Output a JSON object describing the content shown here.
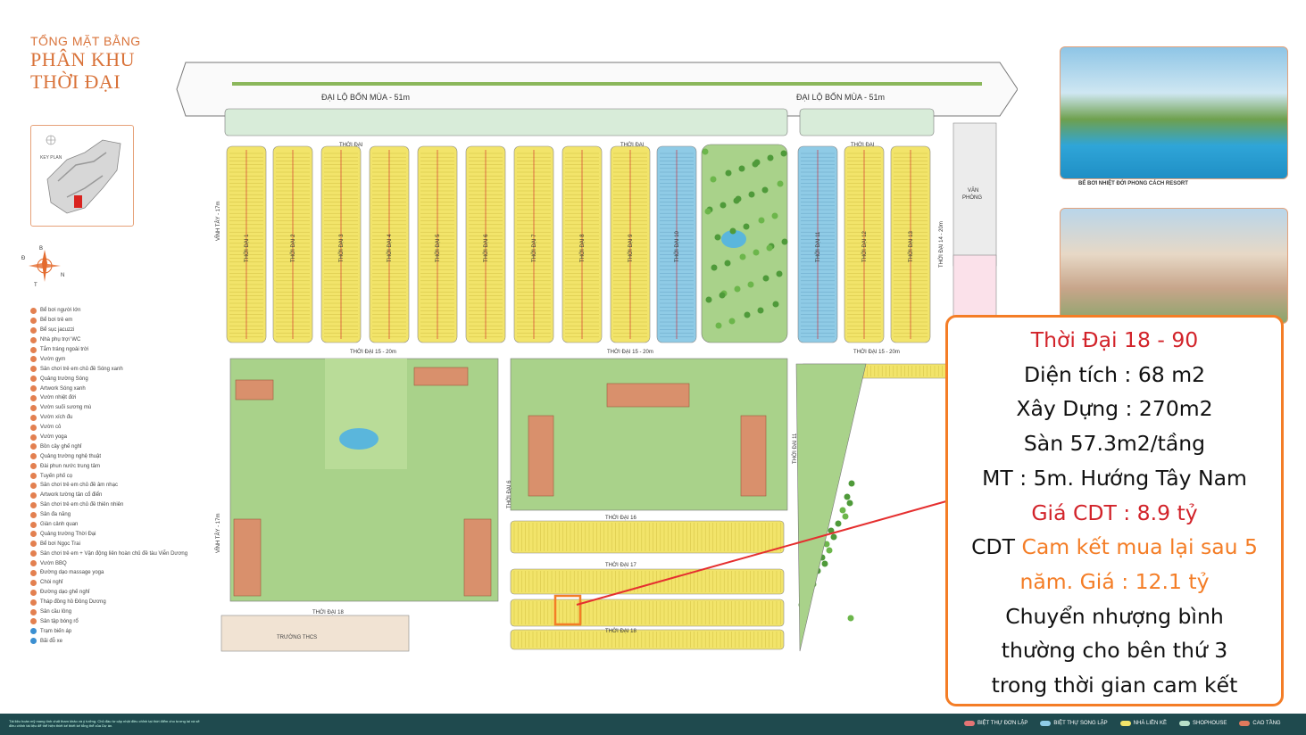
{
  "title": {
    "line1": "TỔNG MẶT BẰNG",
    "line2": "PHÂN KHU",
    "line3": "THỜI ĐẠI"
  },
  "keyplan_label": "KEY PLAN",
  "compass": {
    "n": "B",
    "e": "Đ",
    "s": "N",
    "w": "T"
  },
  "legend": [
    {
      "n": "01",
      "label": "Bể bơi người lớn",
      "color": "orange"
    },
    {
      "n": "02",
      "label": "Bể bơi trẻ em",
      "color": "orange"
    },
    {
      "n": "03",
      "label": "Bể sục jacuzzi",
      "color": "orange"
    },
    {
      "n": "04",
      "label": "Nhà phụ trợ/ WC",
      "color": "orange"
    },
    {
      "n": "05",
      "label": "Tắm tráng ngoài trời",
      "color": "orange"
    },
    {
      "n": "06",
      "label": "Vườn gym",
      "color": "orange"
    },
    {
      "n": "07",
      "label": "Sân chơi trẻ em chủ đề Sóng xanh",
      "color": "orange"
    },
    {
      "n": "08",
      "label": "Quảng trường Sóng",
      "color": "orange"
    },
    {
      "n": "09",
      "label": "Artwork Sóng xanh",
      "color": "orange"
    },
    {
      "n": "10",
      "label": "Vườn nhiệt đới",
      "color": "orange"
    },
    {
      "n": "11",
      "label": "Vườn suối sương mù",
      "color": "orange"
    },
    {
      "n": "12",
      "label": "Vườn xích đu",
      "color": "orange"
    },
    {
      "n": "13",
      "label": "Vườn cỏ",
      "color": "orange"
    },
    {
      "n": "14",
      "label": "Vườn yoga",
      "color": "orange"
    },
    {
      "n": "15",
      "label": "Bồn cây ghế nghỉ",
      "color": "orange"
    },
    {
      "n": "16",
      "label": "Quảng trường nghệ thuật",
      "color": "orange"
    },
    {
      "n": "17",
      "label": "Đài phun nước trung tâm",
      "color": "orange"
    },
    {
      "n": "18",
      "label": "Tuyến phố cọ",
      "color": "orange"
    },
    {
      "n": "19",
      "label": "Sân chơi trẻ em chủ đề âm nhạc",
      "color": "orange"
    },
    {
      "n": "20",
      "label": "Artwork tường tân cổ điển",
      "color": "orange"
    },
    {
      "n": "21",
      "label": "Sân chơi trẻ em chủ đề thiên nhiên",
      "color": "orange"
    },
    {
      "n": "22",
      "label": "Sân đa năng",
      "color": "orange"
    },
    {
      "n": "23",
      "label": "Giàn cảnh quan",
      "color": "orange"
    },
    {
      "n": "24",
      "label": "Quảng trường Thời Đại",
      "color": "orange"
    },
    {
      "n": "25",
      "label": "Bể bơi Ngọc Trai",
      "color": "orange"
    },
    {
      "n": "26",
      "label": "Sân chơi trẻ em + Vận động liên hoàn chủ đề tàu Viễn Dương",
      "color": "orange"
    },
    {
      "n": "27",
      "label": "Vườn BBQ",
      "color": "orange"
    },
    {
      "n": "28",
      "label": "Đường dạo massage yoga",
      "color": "orange"
    },
    {
      "n": "29",
      "label": "Chòi nghỉ",
      "color": "orange"
    },
    {
      "n": "30",
      "label": "Đường dạo ghế nghỉ",
      "color": "orange"
    },
    {
      "n": "31",
      "label": "Tháp đồng hồ Đông Dương",
      "color": "orange"
    },
    {
      "n": "32",
      "label": "Sân cầu lông",
      "color": "orange"
    },
    {
      "n": "33",
      "label": "Sân tập bóng rổ",
      "color": "orange"
    },
    {
      "n": "",
      "label": "Trạm biến áp",
      "color": "blue"
    },
    {
      "n": "",
      "label": "Bãi đỗ xe",
      "color": "blue"
    }
  ],
  "map_labels": {
    "boulevard_left": "ĐẠI LỘ BỐN MÙA - 51m",
    "boulevard_right": "ĐẠI LỘ BỐN MÙA - 51m",
    "road_top_1": "THỜI ĐẠI",
    "road_top_2": "THỜI ĐẠI",
    "road_top_3": "THỜI ĐẠI",
    "vinh_tay_top": "VĨNH TÂY - 17m",
    "vinh_tay_bottom": "VĨNH TÂY - 17m",
    "thoi_dai_14": "THỜI ĐẠI 14 - 20m",
    "thoi_dai_15_a": "THỜI ĐẠI 15 - 20m",
    "thoi_dai_15_b": "THỜI ĐẠI 15 - 20m",
    "thoi_dai_15_c": "THỜI ĐẠI 15 - 20m",
    "thoi_dai_16": "THỜI ĐẠI 16",
    "thoi_dai_17": "THỜI ĐẠI 17",
    "thoi_dai_18_a": "THỜI ĐẠI 18",
    "thoi_dai_18_b": "THỜI ĐẠI 18",
    "thoi_dai_6": "THỜI ĐẠI 6",
    "thoi_dai_11": "THỜI ĐẠI 11",
    "van_phong_1": "VĂN",
    "van_phong_2": "PHÒNG",
    "truong": "TRƯỜNG THCS",
    "blocks": [
      "THỜI ĐẠI 1",
      "THỜI ĐẠI 2",
      "THỜI ĐẠI 3",
      "THỜI ĐẠI 4",
      "THỜI ĐẠI 5",
      "THỜI ĐẠI 6",
      "THỜI ĐẠI 7",
      "THỜI ĐẠI 8",
      "THỜI ĐẠI 9",
      "THỜI ĐẠI 10",
      "THỜI ĐẠI 11",
      "THỜI ĐẠI 12",
      "THỜI ĐẠI 13"
    ]
  },
  "photo_caption": "BỂ BƠI NHIỆT ĐỚI PHONG CÁCH RESORT",
  "info_box": {
    "title": "Thời Đại 18 - 90",
    "area": "Diện tích : 68 m2",
    "build": "Xây Dựng : 270m2",
    "floor": "Sàn 57.3m2/tầng",
    "front": "MT : 5m. Hướng Tây Nam",
    "price": "Giá CDT : 8.9 tỷ",
    "commit_prefix": "CDT ",
    "commit_orange": "Cam kết mua lại sau 5",
    "commit_line2": "năm. Giá : 12.1 tỷ",
    "transfer_1": "Chuyển nhượng bình",
    "transfer_2": "thường cho bên thứ 3",
    "transfer_3": "trong thời gian cam kết"
  },
  "bottom_note": "Tài liệu hoàn mỹ mang tính chất tham khảo và ý tưởng. Chủ đầu tư cập nhật điều chỉnh tại thời điểm cho tương lai và sẽ điều chỉnh tài liệu để thể hiện thiết kế thiết kế tổng thể của Dự án.",
  "bottom_legend": [
    {
      "label": "BIỆT THỰ ĐƠN LẬP",
      "color": "#e47474"
    },
    {
      "label": "BIỆT THỰ SONG LẬP",
      "color": "#8fcbe6"
    },
    {
      "label": "NHÀ LIỀN KỀ",
      "color": "#f2e46a"
    },
    {
      "label": "SHOPHOUSE",
      "color": "#b9e0c8"
    },
    {
      "label": "CAO TẦNG",
      "color": "#e0795c"
    }
  ],
  "colors": {
    "accent_orange": "#f47d26",
    "price_red": "#d2232a",
    "lot_yellow": "#f2e46a",
    "park_green": "#a9d28a",
    "building_brown": "#d9906c",
    "bottom_bar": "#1f4a4e"
  }
}
